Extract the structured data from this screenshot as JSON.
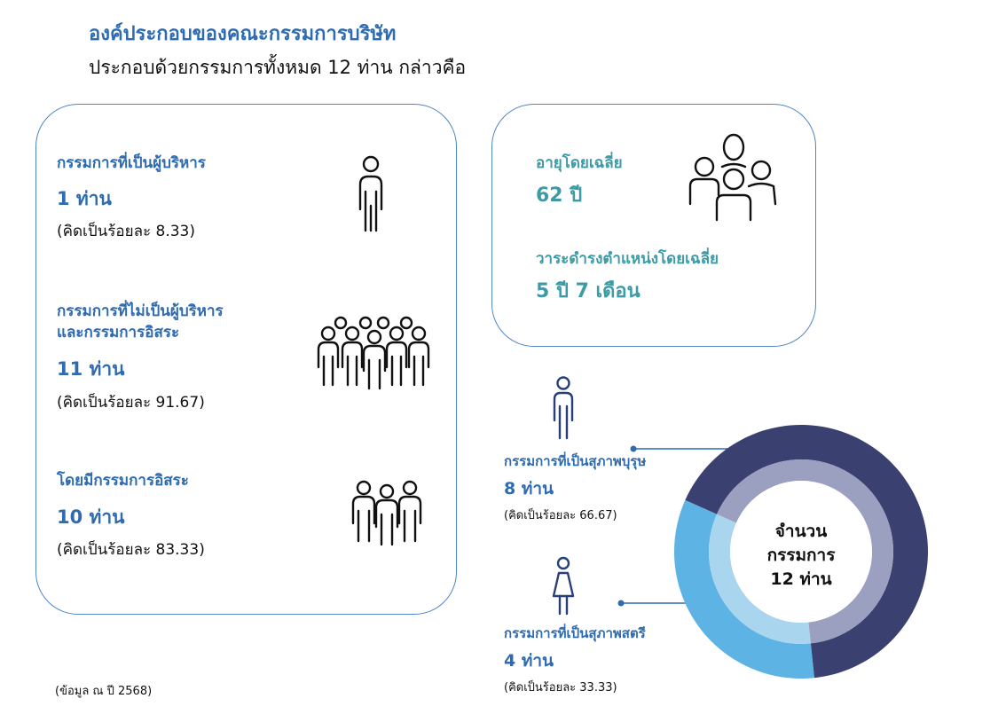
{
  "header": {
    "title": "องค์ประกอบของคณะกรรมการบริษัท",
    "subtitle": "ประกอบด้วยกรรมการทั้งหมด 12 ท่าน กล่าวคือ"
  },
  "left_panel": {
    "executive": {
      "label": "กรรมการที่เป็นผู้บริหาร",
      "count": "1 ท่าน",
      "percent": "(คิดเป็นร้อยละ 8.33)",
      "icon": "person-icon"
    },
    "non_executive": {
      "label_line1": "กรรมการที่ไม่เป็นผู้บริหาร",
      "label_line2": "และกรรมการอิสระ",
      "count": "11 ท่าน",
      "percent": "(คิดเป็นร้อยละ  91.67)",
      "icon": "crowd-icon"
    },
    "independent": {
      "label": "โดยมีกรรมการอิสระ",
      "count": "10 ท่าน",
      "percent": "(คิดเป็นร้อยละ   83.33)",
      "icon": "group-icon"
    }
  },
  "right_panel": {
    "avg_age_label": "อายุโดยเฉลี่ย",
    "avg_age_value": "62 ปี",
    "avg_tenure_label": "วาระดำรงตำแหน่งโดยเฉลี่ย",
    "avg_tenure_value": "5 ปี 7 เดือน",
    "icon": "family-group-icon"
  },
  "gender": {
    "male": {
      "label": "กรรมการที่เป็นสุภาพบุรุษ",
      "count": "8 ท่าน",
      "percent": "(คิดเป็นร้อยละ 66.67)",
      "icon": "male-icon"
    },
    "female": {
      "label": "กรรมการที่เป็นสุภาพสตรี",
      "count": "4 ท่าน",
      "percent": "(คิดเป็นร้อยละ 33.33)",
      "icon": "female-icon"
    }
  },
  "donut_center": {
    "line1": "จำนวน",
    "line2": "กรรมการ",
    "line3": "12 ท่าน"
  },
  "footnote": "(ข้อมูล ณ ปี 2568)",
  "colors": {
    "male": "#3a4170",
    "female": "#5cb3e4",
    "male_inner": "#9b9fc0",
    "female_inner": "#a9d5ef",
    "accent": "#2e6bb0",
    "teal": "#3d9ba6"
  },
  "chart_data": {
    "type": "pie",
    "categories": [
      "กรรมการที่เป็นสุภาพบุรุษ",
      "กรรมการที่เป็นสุภาพสตรี"
    ],
    "values": [
      8,
      4
    ],
    "percent": [
      66.67,
      33.33
    ],
    "title": "",
    "total_label": "จำนวน กรรมการ 12 ท่าน"
  }
}
